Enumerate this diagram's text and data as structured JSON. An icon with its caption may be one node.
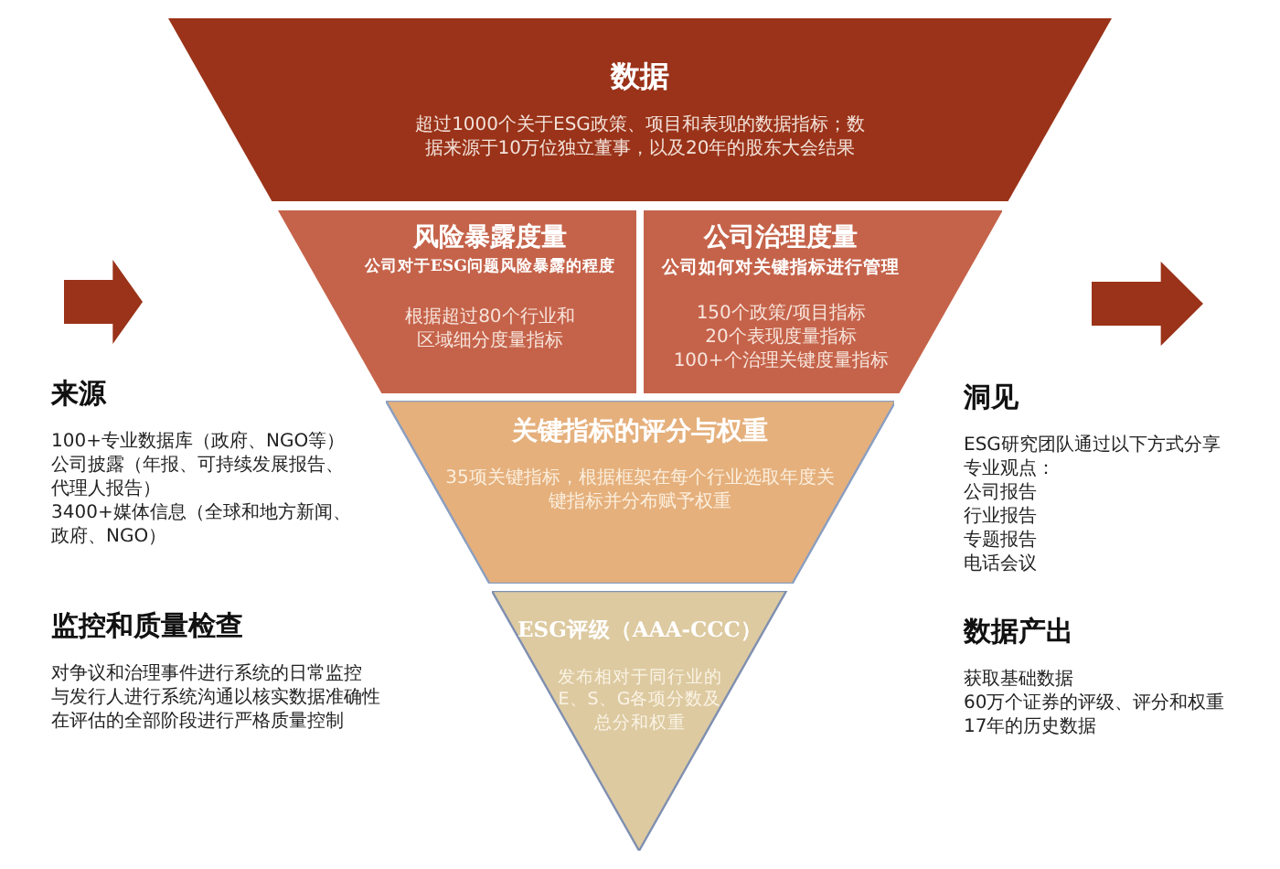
{
  "diagram": {
    "nodes": [
      {
        "text": [
          "数据",
          "超过1000个关于ESG政策、项目和表现的数据指标；数据来源于10万位独立董事，以及20年的股东大会结果"
        ]
      },
      {
        "text": [
          "风险暴露度量",
          "公司对于ESG问题风险暴露的程度",
          "根据超过80个行业和区域细分度量指标"
        ]
      },
      {
        "text": [
          "公司治理度量",
          "公司如何对关键指标进行管理",
          "150个政策/项目指标",
          "20个表现度量指标",
          "100+个治理关键度量指标"
        ]
      },
      {
        "text": [
          "关键指标的评分与权重",
          "35项关键指标，根据框架在每个行业选取年度关键指标并分布赋予权重"
        ]
      },
      {
        "text": [
          "ESG评级（AAA-CCC）",
          "发布相对于同行业的E、S、G各项分数及总分和权重"
        ]
      }
    ],
    "edges": [],
    "labels": [
      "来源",
      "100+专业数据库（政府、NGO等）",
      "公司披露（年报、可持续发展报告、代理人报告）",
      "3400+媒体信息（全球和地方新闻、政府、NGO）",
      "监控和质量检查",
      "对争议和治理事件进行系统的日常监控",
      "与发行人进行系统沟通以核实数据准确性",
      "在评估的全部阶段进行严格质量控制",
      "洞见",
      "ESG研究团队通过以下方式分享专业观点：",
      "公司报告",
      "行业报告",
      "专题报告",
      "电话会议",
      "数据产出",
      "获取基础数据",
      "60万个证券的评级、评分和权重",
      "17年的历史数据"
    ]
  }
}
